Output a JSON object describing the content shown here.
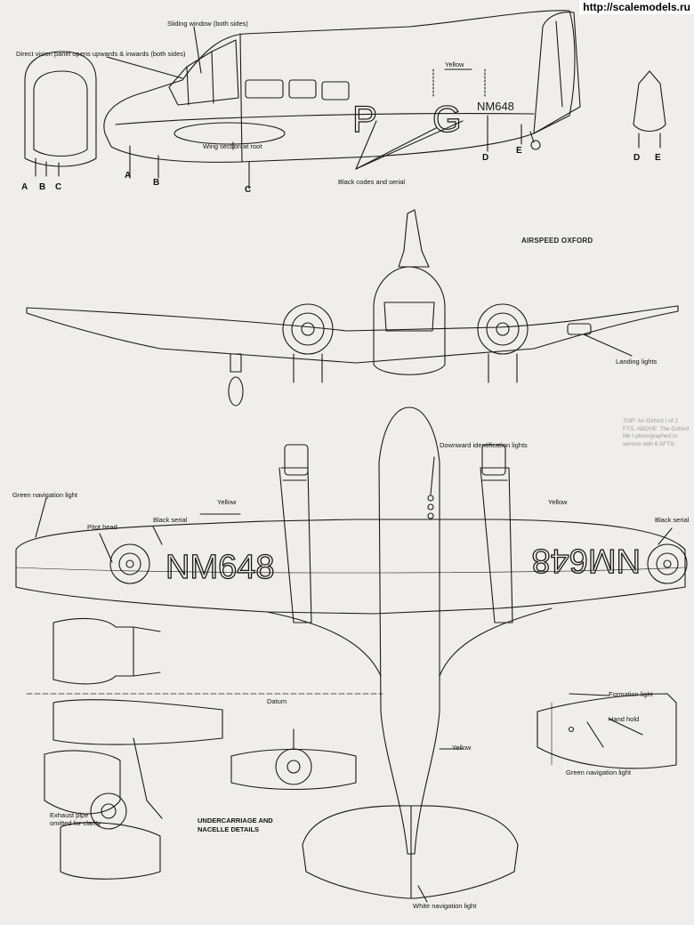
{
  "watermark": "http://scalemodels.ru",
  "article": {
    "heading": "AIRSPEED OXFORD",
    "caption": "TOP: An Oxford I of 2 FTS. ABOVE: The Oxford Mk I photographed in service with 6 AFTS."
  },
  "codes": {
    "squadron": "P",
    "individual": "G",
    "serial": "NM648"
  },
  "labels": {
    "sliding_window": "Sliding window (both sides)",
    "direct_vision": "Direct vision panel opens upwards & inwards (both sides)",
    "wing_section": "Wing section at root",
    "black_codes": "Black codes and serial",
    "yellow": "Yellow",
    "landing_lights": "Landing lights",
    "downward_id_lights": "Downward identification lights",
    "green_nav": "Green navigation light",
    "pitot_head": "Pitot head",
    "black_serial": "Black serial",
    "datum": "Datum",
    "formation_light": "Formation light",
    "hand_hold": "Hand hold",
    "white_nav": "White navigation light",
    "exhaust": "Exhaust pipe omitted for clarity",
    "undercarriage_title": "UNDERCARRIAGE AND NACELLE DETAILS"
  },
  "sections": {
    "a": "A",
    "b": "B",
    "c": "C",
    "d": "D",
    "e": "E"
  },
  "colors": {
    "line": "#1a1a1a",
    "paper": "#efeeec",
    "ghost_text": "#b9b7b2"
  }
}
